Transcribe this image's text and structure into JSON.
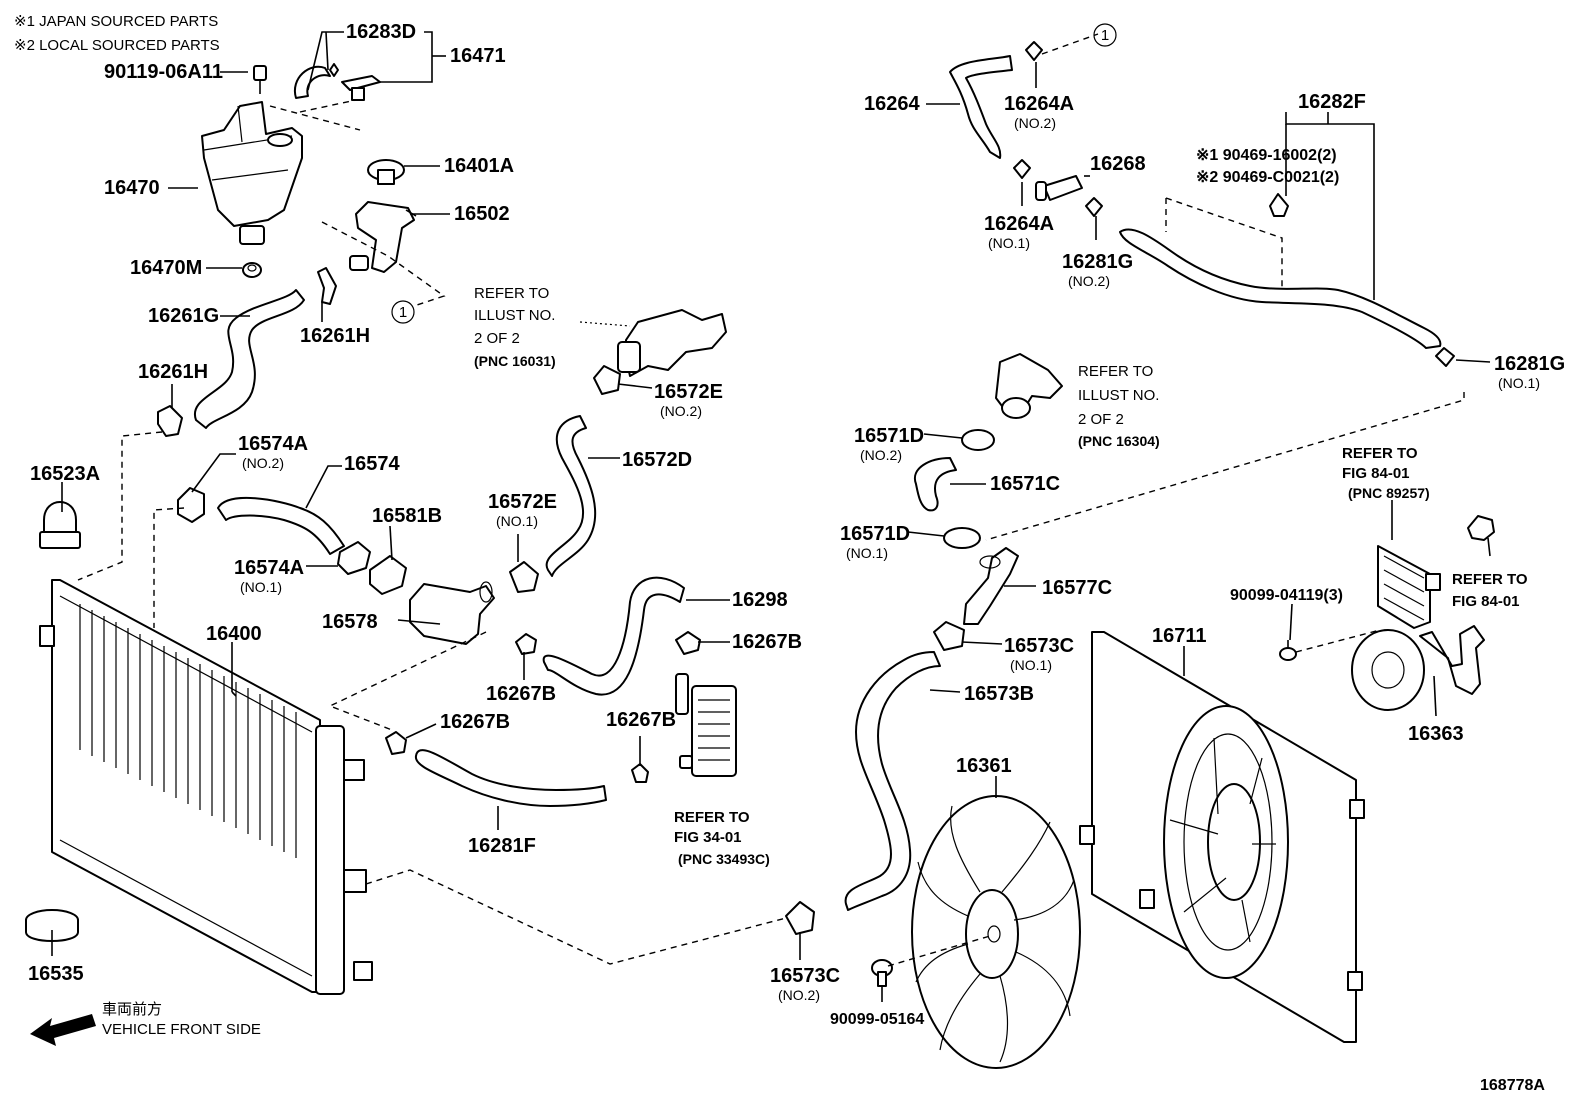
{
  "notes": {
    "japan_sourced": "※1 JAPAN SOURCED PARTS",
    "local_sourced": "※2 LOCAL SOURCED PARTS",
    "front_jp": "車両前方",
    "front_en": "VEHICLE FRONT SIDE",
    "figure_id": "168778A"
  },
  "parts": [
    {
      "id": "p_90119_06A11",
      "label": "90119-06A11"
    },
    {
      "id": "p_16283D",
      "label": "16283D"
    },
    {
      "id": "p_16471",
      "label": "16471"
    },
    {
      "id": "p_16470",
      "label": "16470"
    },
    {
      "id": "p_16401A",
      "label": "16401A"
    },
    {
      "id": "p_16502",
      "label": "16502"
    },
    {
      "id": "p_16470M",
      "label": "16470M"
    },
    {
      "id": "p_16261G",
      "label": "16261G"
    },
    {
      "id": "p_16261H_a",
      "label": "16261H"
    },
    {
      "id": "p_16261H_b",
      "label": "16261H"
    },
    {
      "id": "p_16523A",
      "label": "16523A"
    },
    {
      "id": "p_16574A_2",
      "label": "16574A",
      "sub": "(NO.2)"
    },
    {
      "id": "p_16574",
      "label": "16574"
    },
    {
      "id": "p_16581B",
      "label": "16581B"
    },
    {
      "id": "p_16574A_1",
      "label": "16574A",
      "sub": "(NO.1)"
    },
    {
      "id": "p_16578",
      "label": "16578"
    },
    {
      "id": "p_16400",
      "label": "16400"
    },
    {
      "id": "p_16535",
      "label": "16535"
    },
    {
      "id": "p_16572E_2",
      "label": "16572E",
      "sub": "(NO.2)"
    },
    {
      "id": "p_16572D",
      "label": "16572D"
    },
    {
      "id": "p_16572E_1",
      "label": "16572E",
      "sub": "(NO.1)"
    },
    {
      "id": "p_16298",
      "label": "16298"
    },
    {
      "id": "p_16267B_a",
      "label": "16267B"
    },
    {
      "id": "p_16267B_b",
      "label": "16267B"
    },
    {
      "id": "p_16267B_c",
      "label": "16267B"
    },
    {
      "id": "p_16267B_d",
      "label": "16267B"
    },
    {
      "id": "p_16281F",
      "label": "16281F"
    },
    {
      "id": "p_16264",
      "label": "16264"
    },
    {
      "id": "p_16264A_2",
      "label": "16264A",
      "sub": "(NO.2)"
    },
    {
      "id": "p_16264A_1",
      "label": "16264A",
      "sub": "(NO.1)"
    },
    {
      "id": "p_16268",
      "label": "16268"
    },
    {
      "id": "p_16281G_2",
      "label": "16281G",
      "sub": "(NO.2)"
    },
    {
      "id": "p_16282F",
      "label": "16282F"
    },
    {
      "id": "p_90469_16002",
      "label": "※1 90469-16002(2)"
    },
    {
      "id": "p_90469_C0021",
      "label": "※2 90469-C0021(2)"
    },
    {
      "id": "p_16281G_1",
      "label": "16281G",
      "sub": "(NO.1)"
    },
    {
      "id": "p_16571D_2",
      "label": "16571D",
      "sub": "(NO.2)"
    },
    {
      "id": "p_16571C",
      "label": "16571C"
    },
    {
      "id": "p_16571D_1",
      "label": "16571D",
      "sub": "(NO.1)"
    },
    {
      "id": "p_16577C",
      "label": "16577C"
    },
    {
      "id": "p_16573C_1",
      "label": "16573C",
      "sub": "(NO.1)"
    },
    {
      "id": "p_16573B",
      "label": "16573B"
    },
    {
      "id": "p_16361",
      "label": "16361"
    },
    {
      "id": "p_16573C_2",
      "label": "16573C",
      "sub": "(NO.2)"
    },
    {
      "id": "p_90099_05164",
      "label": "90099-05164"
    },
    {
      "id": "p_16711",
      "label": "16711"
    },
    {
      "id": "p_90099_04119",
      "label": "90099-04119(3)"
    },
    {
      "id": "p_16363",
      "label": "16363"
    }
  ],
  "references": [
    {
      "id": "ref_16031",
      "lines": [
        "REFER TO",
        "ILLUST NO.",
        "2 OF 2",
        "(PNC 16031)"
      ]
    },
    {
      "id": "ref_16304",
      "lines": [
        "REFER TO",
        "ILLUST NO.",
        "2 OF 2",
        "(PNC 16304)"
      ]
    },
    {
      "id": "ref_89257",
      "lines": [
        "REFER TO",
        "FIG 84-01",
        "(PNC 89257)"
      ]
    },
    {
      "id": "ref_84_01",
      "lines": [
        "REFER TO",
        "FIG 84-01"
      ]
    },
    {
      "id": "ref_33493C",
      "lines": [
        "REFER TO",
        "FIG 34-01",
        "(PNC 33493C)"
      ]
    }
  ],
  "callouts": [
    {
      "id": "c1_top",
      "label": "1"
    },
    {
      "id": "c1_mid",
      "label": "1"
    }
  ]
}
